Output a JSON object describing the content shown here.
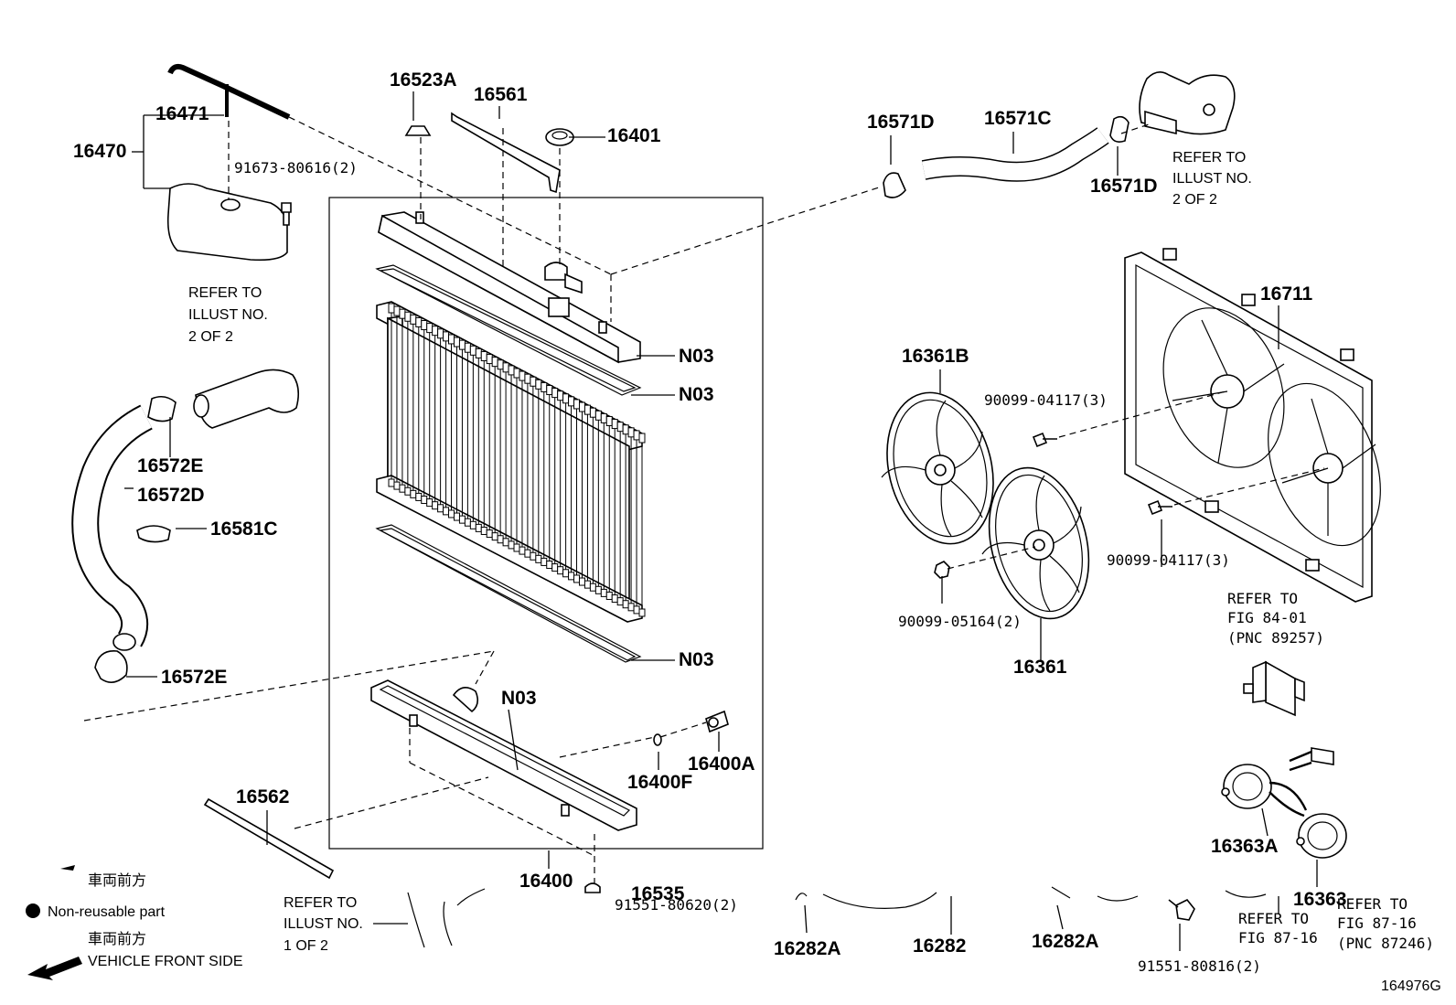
{
  "labels": {
    "p16523A": "16523A",
    "p16561": "16561",
    "p16401": "16401",
    "p16471": "16471",
    "p16470": "16470",
    "p91673": "91673-80616(2)",
    "p16571D_a": "16571D",
    "p16571C": "16571C",
    "p16571D_b": "16571D",
    "p16711": "16711",
    "p16361B": "16361B",
    "p90099_a": "90099-04117(3)",
    "p90099_b": "90099-04117(3)",
    "p90099_c": "90099-05164(2)",
    "p16361": "16361",
    "n03_a": "N03",
    "n03_b": "N03",
    "n03_c": "N03",
    "n03_d": "N03",
    "p16572E_a": "16572E",
    "p16572D": "16572D",
    "p16581C": "16581C",
    "p16572E_b": "16572E",
    "p16400F": "16400F",
    "p16400A": "16400A",
    "p16562": "16562",
    "p16400": "16400",
    "p16535": "16535",
    "p91551_a": "91551-80620(2)",
    "p16282A_a": "16282A",
    "p16282": "16282",
    "p16282A_b": "16282A",
    "p91551_b": "91551-80816(2)",
    "p16363A": "16363A",
    "p16363": "16363",
    "diagram_id": "164976G"
  },
  "refers": {
    "r1": [
      "REFER TO",
      "ILLUST NO.",
      "2 OF 2"
    ],
    "r2": [
      "REFER TO",
      "ILLUST NO.",
      "2 OF 2"
    ],
    "r3": [
      "REFER TO",
      "ILLUST NO.",
      "1 OF 2"
    ],
    "r4": [
      "REFER TO",
      "FIG 84-01",
      "(PNC 89257)"
    ],
    "r5": [
      "REFER TO",
      "FIG 87-16"
    ],
    "r6": [
      "REFER TO",
      "FIG 87-16",
      "(PNC 87246)"
    ]
  },
  "legend": {
    "jp_front_1": "車両前方",
    "non_reusable": "Non-reusable part",
    "jp_front_2": "車両前方",
    "vehicle_front": "VEHICLE FRONT SIDE"
  }
}
